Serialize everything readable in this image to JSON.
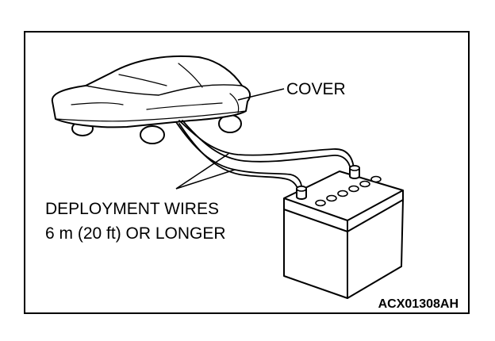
{
  "labels": {
    "cover": "COVER",
    "wires_line1": "DEPLOYMENT WIRES",
    "wires_line2": "6 m (20 ft) OR LONGER",
    "figure_id": "ACX01308AH"
  },
  "icons": {
    "car": "covered-car-icon",
    "battery": "battery-icon"
  },
  "colors": {
    "ink": "#000000",
    "paper": "#ffffff"
  }
}
